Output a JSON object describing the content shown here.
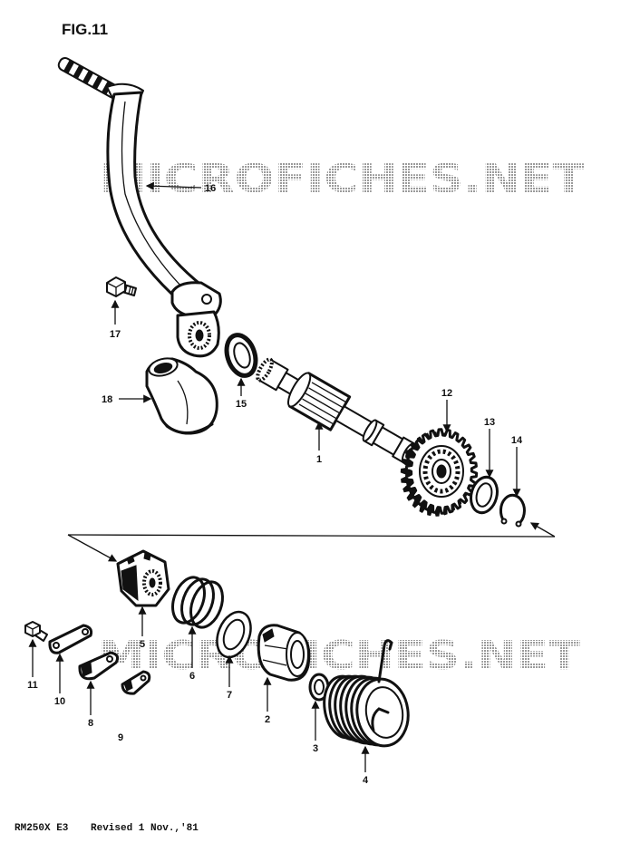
{
  "figure": {
    "title": "FIG.11"
  },
  "watermark": {
    "text": "MICROFICHES.NET"
  },
  "callouts": {
    "n1": "1",
    "n2": "2",
    "n3": "3",
    "n4": "4",
    "n5": "5",
    "n6": "6",
    "n7": "7",
    "n8": "8",
    "n9": "9",
    "n10": "10",
    "n11": "11",
    "n12": "12",
    "n13": "13",
    "n14": "14",
    "n15": "15",
    "n16": "16",
    "n17": "17",
    "n18": "18"
  },
  "footer": {
    "model": "RM250X E3",
    "revision": "Revised 1 Nov.,'81"
  },
  "colors": {
    "ink": "#111111",
    "watermark": "#9a9a9a",
    "paper": "#ffffff"
  }
}
